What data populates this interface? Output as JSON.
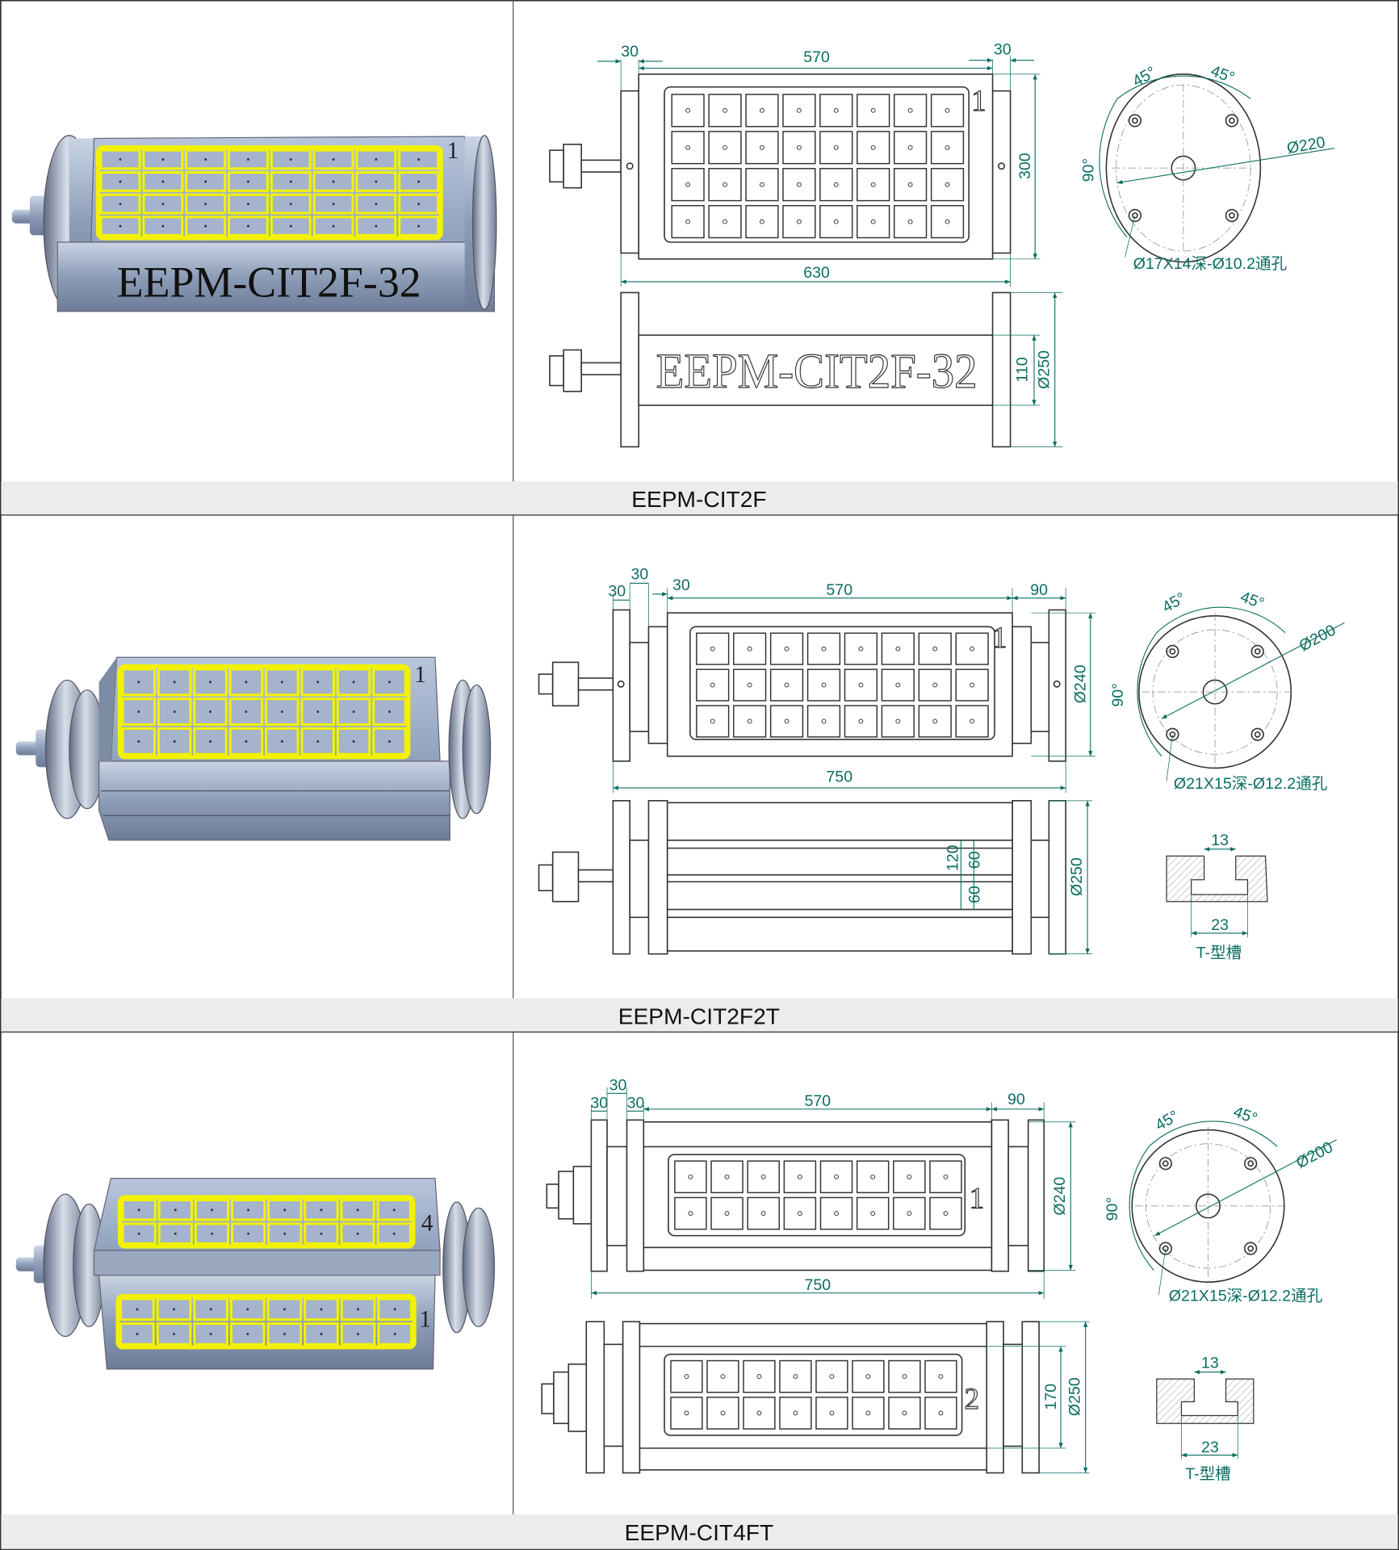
{
  "colors": {
    "dimension": "#0b6e62",
    "pole_outline": "#f2f200",
    "caption_band": "#ececec"
  },
  "rows": [
    {
      "caption": "EEPM-CIT2F",
      "render": {
        "engraving": "EEPM-CIT2F-32",
        "top_face_number": "1",
        "pole_grid": {
          "rows": 4,
          "cols": 8
        }
      },
      "top_view": {
        "face_number": "1",
        "pole_grid": {
          "rows": 4,
          "cols": 8
        },
        "dims": {
          "end_left": "30",
          "face_length": "570",
          "end_right": "30",
          "width": "300",
          "total_length": "630"
        }
      },
      "side_view": {
        "engraving": "EEPM-CIT2F-32",
        "dims": {
          "height": "110",
          "diameter": "Ø250"
        }
      },
      "flange": {
        "angle_left": "45°",
        "angle_right": "45°",
        "angle_side": "90°",
        "pcd": "Ø220",
        "hole_spec": "Ø17X14深-Ø10.2通孔"
      }
    },
    {
      "caption": "EEPM-CIT2F2T",
      "render": {
        "top_face_number": "1",
        "pole_grid": {
          "rows": 3,
          "cols": 8
        }
      },
      "top_view": {
        "face_number": "1",
        "pole_grid": {
          "rows": 3,
          "cols": 8
        },
        "dims": {
          "plate_outer": "30",
          "gap": "30",
          "plate_inner": "30",
          "face_length": "570",
          "end_right": "90",
          "diameter": "Ø240",
          "total_length": "750"
        }
      },
      "side_view": {
        "dims": {
          "slot_pitch": "120",
          "slot_upper": "60",
          "slot_lower": "60",
          "diameter": "Ø250"
        }
      },
      "flange": {
        "angle_left": "45°",
        "angle_right": "45°",
        "angle_side": "90°",
        "pcd": "Ø200",
        "hole_spec": "Ø21X15深-Ø12.2通孔"
      },
      "t_slot": {
        "top_width": "13",
        "bottom_width": "23",
        "label": "T-型槽"
      }
    },
    {
      "caption": "EEPM-CIT4FT",
      "render": {
        "top_face_number": "4",
        "front_face_number": "1",
        "pole_grid": {
          "rows": 2,
          "cols": 8
        }
      },
      "top_view": {
        "face_number": "1",
        "pole_grid": {
          "rows": 2,
          "cols": 8
        },
        "dims": {
          "plate_outer": "30",
          "gap": "30",
          "plate_inner": "30",
          "face_length": "570",
          "end_right": "90",
          "diameter": "Ø240",
          "total_length": "750"
        }
      },
      "side_view": {
        "face_number": "2",
        "pole_grid": {
          "rows": 2,
          "cols": 8
        },
        "dims": {
          "face_height": "170",
          "diameter": "Ø250"
        }
      },
      "flange": {
        "angle_left": "45°",
        "angle_right": "45°",
        "angle_side": "90°",
        "pcd": "Ø200",
        "hole_spec": "Ø21X15深-Ø12.2通孔"
      },
      "t_slot": {
        "top_width": "13",
        "bottom_width": "23",
        "label": "T-型槽"
      }
    }
  ]
}
